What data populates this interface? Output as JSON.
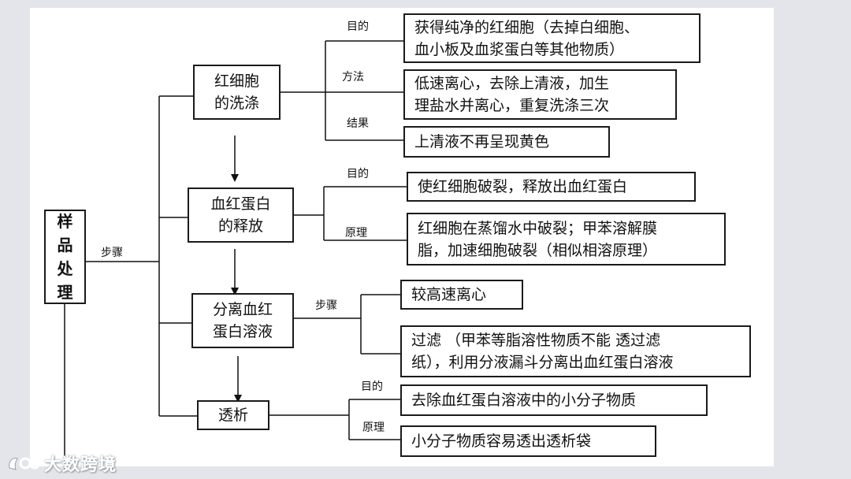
{
  "root": {
    "chars": [
      "样",
      "品",
      "处",
      "理"
    ]
  },
  "branch_label": "步骤",
  "steps": [
    {
      "id": "wash",
      "label_lines": [
        "红细胞",
        "的洗涤"
      ]
    },
    {
      "id": "release",
      "label_lines": [
        "血红蛋白",
        "的释放"
      ]
    },
    {
      "id": "separate",
      "label_lines": [
        "分离血红",
        "蛋白溶液"
      ]
    },
    {
      "id": "dialysis",
      "label_lines": [
        "透析"
      ]
    }
  ],
  "details": [
    {
      "id": "wash-purpose",
      "tag": "目的",
      "lines": [
        "获得纯净的红细胞（去掉白细胞、",
        "血小板及血浆蛋白等其他物质）"
      ]
    },
    {
      "id": "wash-method",
      "tag": "方法",
      "lines": [
        "低速离心，去除上清液，加生",
        "理盐水并离心，重复洗涤三次"
      ]
    },
    {
      "id": "wash-result",
      "tag": "结果",
      "lines": [
        "上清液不再呈现黄色"
      ]
    },
    {
      "id": "release-purpose",
      "tag": "目的",
      "lines": [
        "使红细胞破裂，释放出血红蛋白"
      ]
    },
    {
      "id": "release-principle",
      "tag": "原理",
      "lines": [
        "红细胞在蒸馏水中破裂；甲苯溶解膜",
        "脂，加速细胞破裂（相似相溶原理）"
      ]
    },
    {
      "id": "separate-step1",
      "tag": "",
      "lines": [
        "较高速离心"
      ]
    },
    {
      "id": "separate-step2",
      "tag": "",
      "lines": [
        "过滤 （甲苯等脂溶性物质不能 透过滤",
        "纸），利用分液漏斗分离出血红蛋白溶液"
      ]
    },
    {
      "id": "dialysis-purpose",
      "tag": "目的",
      "lines": [
        "去除血红蛋白溶液中的小分子物质"
      ]
    },
    {
      "id": "dialysis-principle",
      "tag": "原理",
      "lines": [
        "小分子物质容易透出透析袋"
      ]
    }
  ],
  "separate_tag": "步骤",
  "watermark": "大数跨境"
}
